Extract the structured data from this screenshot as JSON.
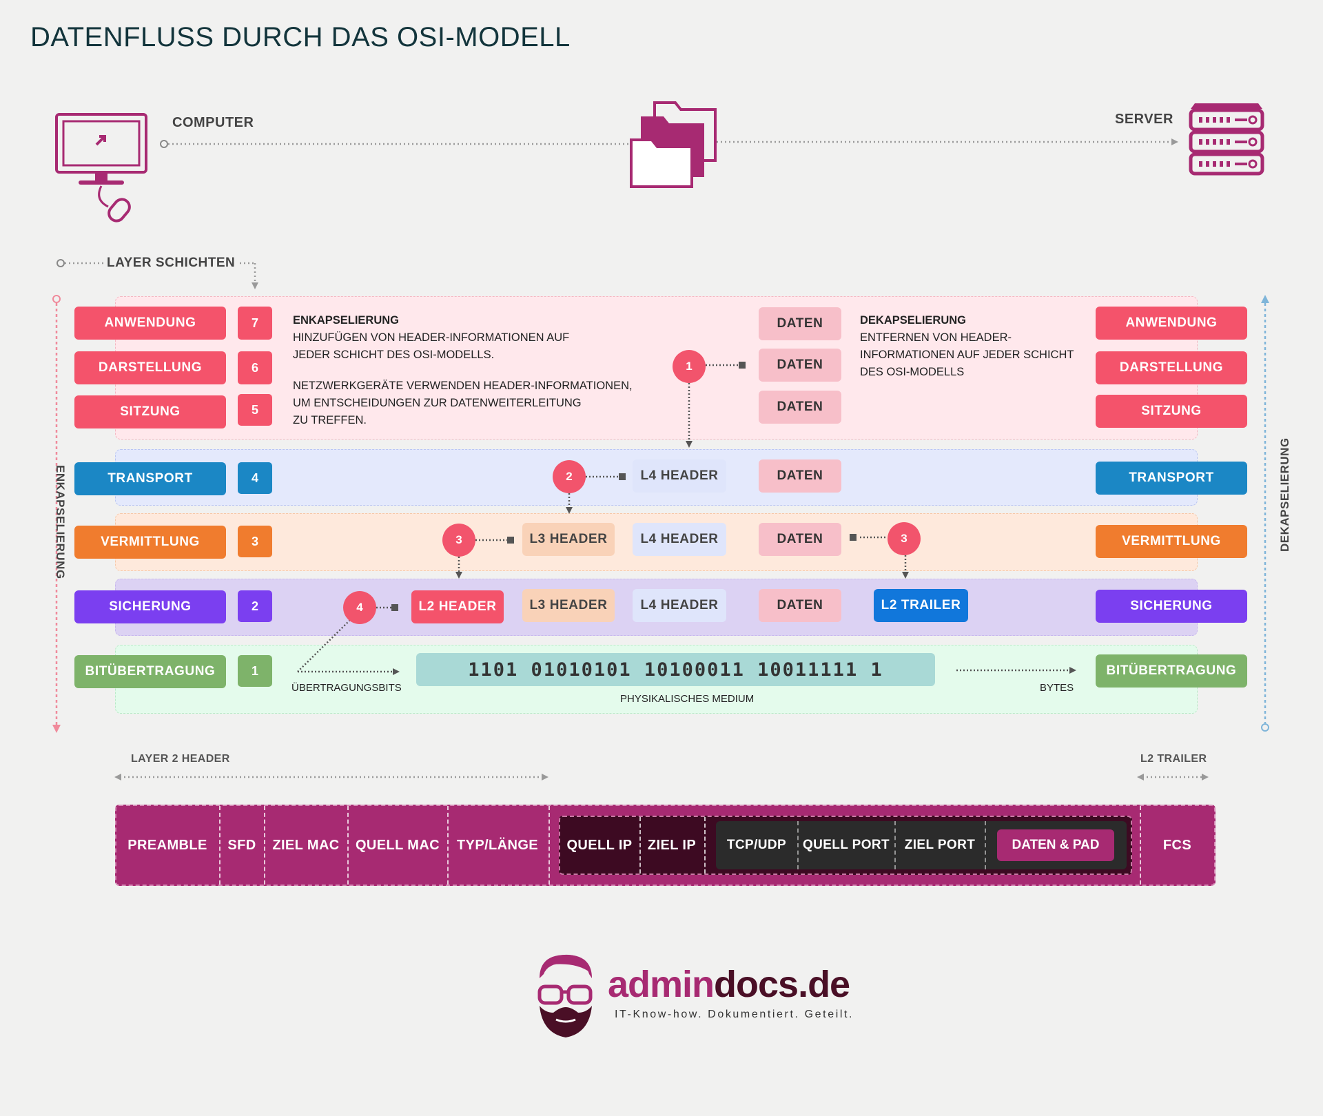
{
  "title": "DATENFLUSS DURCH DAS OSI-MODELL",
  "top": {
    "computer_label": "COMPUTER",
    "server_label": "SERVER"
  },
  "layer_schichten_label": "LAYER SCHICHTEN",
  "side": {
    "left": "ENKAPSELIERUNG",
    "right": "DEKAPSELIERUNG"
  },
  "layers": [
    {
      "name": "ANWENDUNG",
      "num": "7",
      "color": "#f4536b"
    },
    {
      "name": "DARSTELLUNG",
      "num": "6",
      "color": "#f4536b"
    },
    {
      "name": "SITZUNG",
      "num": "5",
      "color": "#f4536b"
    },
    {
      "name": "TRANSPORT",
      "num": "4",
      "color": "#1b87c5"
    },
    {
      "name": "VERMITTLUNG",
      "num": "3",
      "color": "#f07c2e"
    },
    {
      "name": "SICHERUNG",
      "num": "2",
      "color": "#7b3ff0"
    },
    {
      "name": "BITÜBERTRAGUNG",
      "num": "1",
      "color": "#7eb36a"
    }
  ],
  "encap": {
    "title": "ENKAPSELIERUNG",
    "line1": "HINZUFÜGEN VON HEADER-INFORMATIONEN AUF",
    "line2": "JEDER SCHICHT DES OSI-MODELLS.",
    "line3": "NETZWERKGERÄTE VERWENDEN HEADER-INFORMATIONEN,",
    "line4": "UM ENTSCHEIDUNGEN ZUR DATENWEITERLEITUNG",
    "line5": "ZU TREFFEN."
  },
  "decap": {
    "title": "DEKAPSELIERUNG",
    "line1": "ENTFERNEN VON HEADER-",
    "line2": "INFORMATIONEN AUF JEDER SCHICHT",
    "line3": "DES OSI-MODELLS"
  },
  "boxes": {
    "daten": "DATEN",
    "l4": "L4 HEADER",
    "l3": "L3 HEADER",
    "l2": "L2 HEADER",
    "l2t": "L2 TRAILER"
  },
  "steps": {
    "s1": "1",
    "s2": "2",
    "s3": "3",
    "s3b": "3",
    "s4": "4"
  },
  "physical": {
    "bits": "1101 01010101 10100011 10011111 1",
    "uebertragungsbits": "ÜBERTRAGUNGSBITS",
    "medium": "PHYSIKALISCHES MEDIUM",
    "bytes": "BYTES"
  },
  "frame": {
    "l2_header_label": "LAYER 2 HEADER",
    "l2_trailer_label": "L2 TRAILER",
    "fields": {
      "preamble": "PREAMBLE",
      "sfd": "SFD",
      "ziel_mac": "ZIEL MAC",
      "quell_mac": "QUELL MAC",
      "typ": "TYP/LÄNGE",
      "quell_ip": "QUELL IP",
      "ziel_ip": "ZIEL IP",
      "tcp_udp": "TCP/UDP",
      "quell_port": "QUELL PORT",
      "ziel_port": "ZIEL PORT",
      "daten_pad": "DATEN & PAD",
      "fcs": "FCS"
    }
  },
  "logo": {
    "part1": "admin",
    "part2": "docs.de",
    "tagline": "IT-Know-how. Dokumentiert. Geteilt."
  },
  "colors": {
    "magenta": "#a72a72",
    "dark_magenta": "#5a1036",
    "pink_box": "#f7bfc9",
    "red": "#f2546c"
  }
}
